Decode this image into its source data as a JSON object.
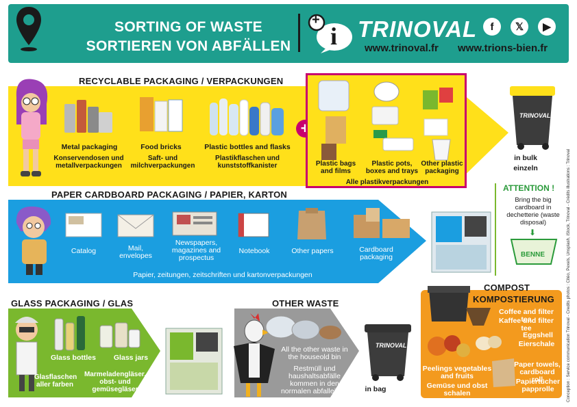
{
  "header": {
    "title_en": "SORTING OF WASTE",
    "title_de": "SORTIEREN VON ABFÄLLEN",
    "brand": "TRINOVAL",
    "url1": "www.trinoval.fr",
    "url2": "www.trions-bien.fr",
    "social": [
      "facebook-icon",
      "x-icon",
      "youtube-icon"
    ],
    "social_glyphs": [
      "f",
      "𝕏",
      "▶"
    ],
    "info_plus": "+",
    "info_i": "i"
  },
  "recyclable": {
    "title": "RECYCLABLE PACKAGING / VERPACKUNGEN",
    "items": [
      {
        "en": "Metal packaging",
        "de": "Konservendosen und metallverpackungen"
      },
      {
        "en": "Food bricks",
        "de": "Saft- und milchverpackungen"
      },
      {
        "en": "Plastic bottles and flasks",
        "de": "Plastikflaschen und kunststoffkanister"
      }
    ],
    "plastic_box": {
      "items": [
        "Plastic bags and films",
        "Plastic pots, boxes and trays",
        "Other plastic packaging"
      ],
      "footer": "Alle plastikverpackungen"
    },
    "bin_en": "in bulk",
    "bin_de": "einzeln",
    "bin_brand": "TRINOVAL"
  },
  "paper": {
    "title": "PAPER CARDBOARD PACKAGING / PAPIER, KARTON",
    "items": [
      "Catalog",
      "Mail, envelopes",
      "Newspapers, magazines and prospectus",
      "Notebook",
      "Other papers",
      "Cardboard packaging"
    ],
    "footer": "Papier, zeitungen, zeitschriften und kartonverpackungen"
  },
  "attention": {
    "title": "ATTENTION !",
    "text": "Bring the big cardboard in dechetterie (waste disposal)",
    "benne": "BENNE"
  },
  "glass": {
    "title": "GLASS PACKAGING / GLAS",
    "items": [
      {
        "en": "Glass bottles",
        "de": "Glasflaschen aller farben"
      },
      {
        "en": "Glass jars",
        "de": "Marmeladengläser, obst- und gemüsegläser"
      }
    ]
  },
  "other": {
    "title": "OTHER WASTE",
    "text_en": "All the other waste in the houseold bin",
    "text_de": "Restmüll und haushaltsabfälle kommen in den normalen abfalleimer",
    "bin": "in bag"
  },
  "compost": {
    "title_en": "COMPOST",
    "title_de": "KOMPOSTIERUNG",
    "items": [
      {
        "en": "Coffee and filter tea",
        "de": "Kaffee und filter tee"
      },
      {
        "en": "Eggshell",
        "de": "Eierschale"
      },
      {
        "en": "Peelings vegetables and fruits",
        "de": "Gemüse und obst schalen"
      },
      {
        "en": "Paper towels, cardboard roll",
        "de": "Papiertücher papprolle"
      }
    ]
  },
  "credits": "Conception : Service communication Trinoval - Credits photos : Citéo, Pexels, Unsplash, iStock, Trinoval - Crédits illustrations : Trinoval",
  "colors": {
    "teal": "#1e9e8e",
    "yellow": "#ffe01a",
    "blue": "#1b9ee0",
    "green": "#7ab82e",
    "grey": "#9a9a9a",
    "orange": "#f39a1e",
    "magenta": "#c8006e"
  }
}
